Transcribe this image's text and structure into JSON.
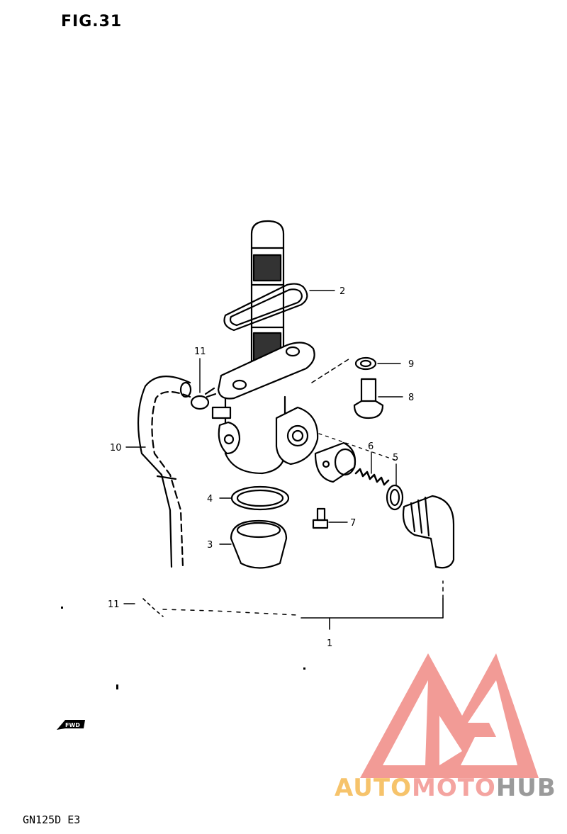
{
  "figure": {
    "title": "FIG.31",
    "model": "GN125D E3",
    "fwd_marker": "FWD"
  },
  "callouts": [
    {
      "id": "c1",
      "label": "1"
    },
    {
      "id": "c2",
      "label": "2"
    },
    {
      "id": "c3",
      "label": "3"
    },
    {
      "id": "c4",
      "label": "4"
    },
    {
      "id": "c5",
      "label": "5"
    },
    {
      "id": "c6",
      "label": "6"
    },
    {
      "id": "c7",
      "label": "7"
    },
    {
      "id": "c8",
      "label": "8"
    },
    {
      "id": "c9",
      "label": "9"
    },
    {
      "id": "c10",
      "label": "10"
    },
    {
      "id": "c11a",
      "label": "11"
    },
    {
      "id": "c11b",
      "label": "11"
    }
  ],
  "watermark": {
    "part1": "AUTO",
    "part2": "MOTO",
    "part3": "HUB",
    "colors": {
      "logo": "#f08a84",
      "auto": "#f6c36b",
      "moto": "#f4a4a0",
      "hub": "#9a9a9a"
    }
  }
}
